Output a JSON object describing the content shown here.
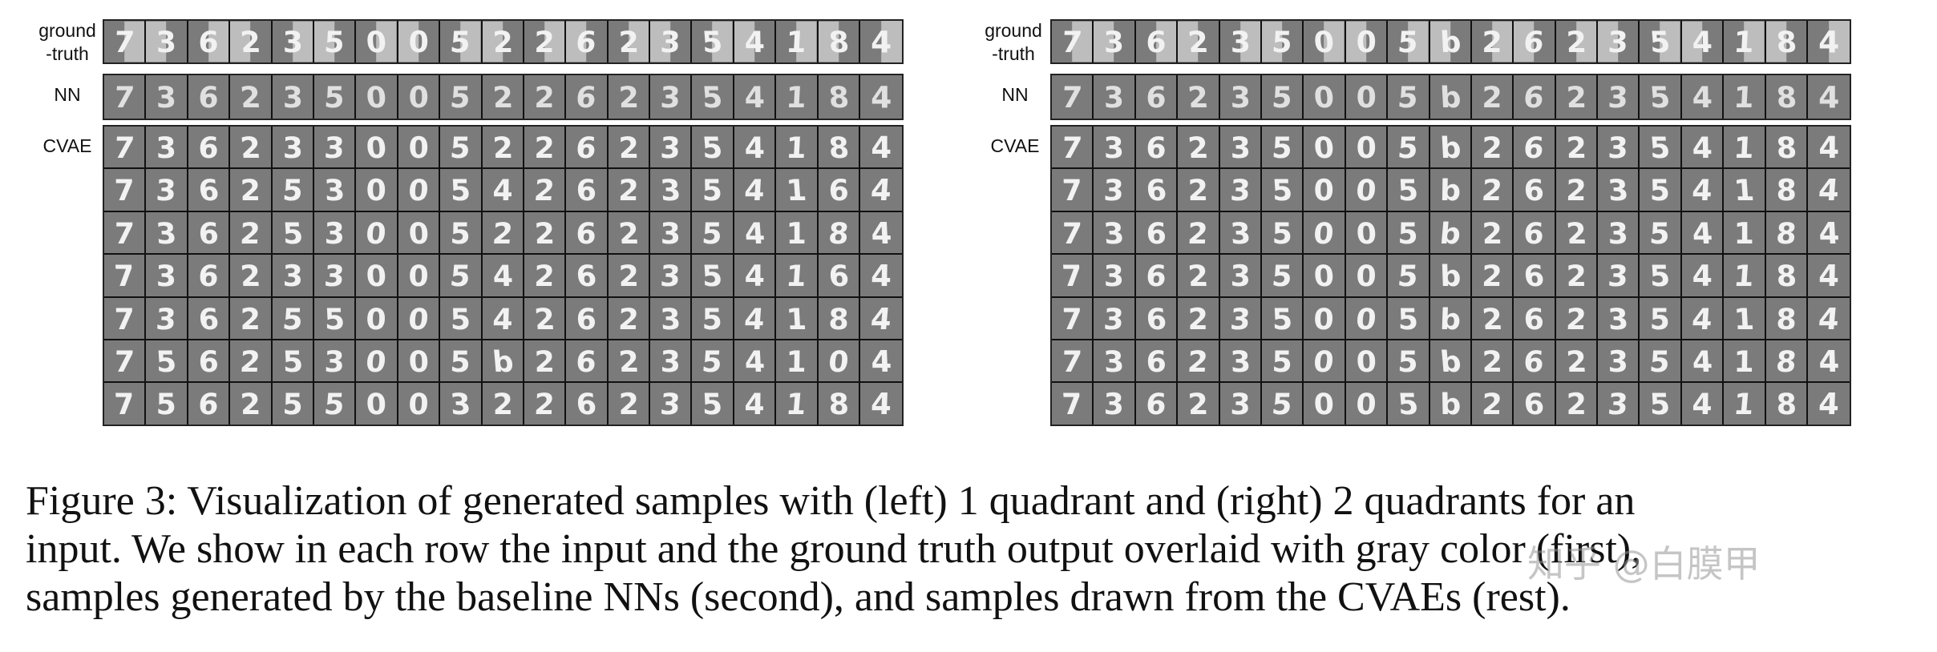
{
  "figure": {
    "left_panel": {
      "labels": {
        "ground": "ground",
        "truth": "-truth",
        "nn": "NN",
        "cvae": "CVAE"
      },
      "digits": [
        "7",
        "3",
        "6",
        "2",
        "3",
        "5",
        "0",
        "0",
        "5",
        "2",
        "2",
        "6",
        "2",
        "3",
        "5",
        "4",
        "1",
        "8",
        "4"
      ],
      "cvae_rows": [
        [
          "7",
          "3",
          "6",
          "2",
          "3",
          "3",
          "0",
          "0",
          "5",
          "2",
          "2",
          "6",
          "2",
          "3",
          "5",
          "4",
          "1",
          "8",
          "4"
        ],
        [
          "7",
          "3",
          "6",
          "2",
          "5",
          "3",
          "0",
          "0",
          "5",
          "4",
          "2",
          "6",
          "2",
          "3",
          "5",
          "4",
          "1",
          "6",
          "4"
        ],
        [
          "7",
          "3",
          "6",
          "2",
          "5",
          "3",
          "0",
          "0",
          "5",
          "2",
          "2",
          "6",
          "2",
          "3",
          "5",
          "4",
          "1",
          "8",
          "4"
        ],
        [
          "7",
          "3",
          "6",
          "2",
          "3",
          "3",
          "0",
          "0",
          "5",
          "4",
          "2",
          "6",
          "2",
          "3",
          "5",
          "4",
          "1",
          "6",
          "4"
        ],
        [
          "7",
          "3",
          "6",
          "2",
          "5",
          "5",
          "0",
          "0",
          "5",
          "4",
          "2",
          "6",
          "2",
          "3",
          "5",
          "4",
          "1",
          "8",
          "4"
        ],
        [
          "7",
          "5",
          "6",
          "2",
          "5",
          "3",
          "0",
          "0",
          "5",
          "b",
          "2",
          "6",
          "2",
          "3",
          "5",
          "4",
          "1",
          "0",
          "4"
        ],
        [
          "7",
          "5",
          "6",
          "2",
          "5",
          "5",
          "0",
          "0",
          "3",
          "2",
          "2",
          "6",
          "2",
          "3",
          "5",
          "4",
          "1",
          "8",
          "4"
        ]
      ]
    },
    "right_panel": {
      "labels": {
        "ground": "ground",
        "truth": "-truth",
        "nn": "NN",
        "cvae": "CVAE"
      },
      "digits": [
        "7",
        "3",
        "6",
        "2",
        "3",
        "5",
        "0",
        "0",
        "5",
        "b",
        "2",
        "6",
        "2",
        "3",
        "5",
        "4",
        "1",
        "8",
        "4"
      ],
      "cvae_rows": [
        [
          "7",
          "3",
          "6",
          "2",
          "3",
          "5",
          "0",
          "0",
          "5",
          "b",
          "2",
          "6",
          "2",
          "3",
          "5",
          "4",
          "1",
          "8",
          "4"
        ],
        [
          "7",
          "3",
          "6",
          "2",
          "3",
          "5",
          "0",
          "0",
          "5",
          "b",
          "2",
          "6",
          "2",
          "3",
          "5",
          "4",
          "1",
          "8",
          "4"
        ],
        [
          "7",
          "3",
          "6",
          "2",
          "3",
          "5",
          "0",
          "0",
          "5",
          "b",
          "2",
          "6",
          "2",
          "3",
          "5",
          "4",
          "1",
          "8",
          "4"
        ],
        [
          "7",
          "3",
          "6",
          "2",
          "3",
          "5",
          "0",
          "0",
          "5",
          "b",
          "2",
          "6",
          "2",
          "3",
          "5",
          "4",
          "1",
          "8",
          "4"
        ],
        [
          "7",
          "3",
          "6",
          "2",
          "3",
          "5",
          "0",
          "0",
          "5",
          "b",
          "2",
          "6",
          "2",
          "3",
          "5",
          "4",
          "1",
          "8",
          "4"
        ],
        [
          "7",
          "3",
          "6",
          "2",
          "3",
          "5",
          "0",
          "0",
          "5",
          "b",
          "2",
          "6",
          "2",
          "3",
          "5",
          "4",
          "1",
          "8",
          "4"
        ],
        [
          "7",
          "3",
          "6",
          "2",
          "3",
          "5",
          "0",
          "0",
          "5",
          "b",
          "2",
          "6",
          "2",
          "3",
          "5",
          "4",
          "1",
          "8",
          "4"
        ]
      ]
    }
  },
  "caption": {
    "line1": "Figure 3: Visualization of generated samples with (left) 1 quadrant and (right) 2 quadrants for an",
    "line2": "input. We show in each row the input and the ground truth output overlaid with gray color (first),",
    "line3": "samples generated by the baseline NNs (second), and samples drawn from the CVAEs (rest)."
  },
  "watermark": "知乎 @白膜甲",
  "colors": {
    "cell_bg": "#7b7b7b",
    "digit": "#f2f2f2",
    "gt_overlay": "#bdbdbd",
    "grid_line": "#111111"
  }
}
